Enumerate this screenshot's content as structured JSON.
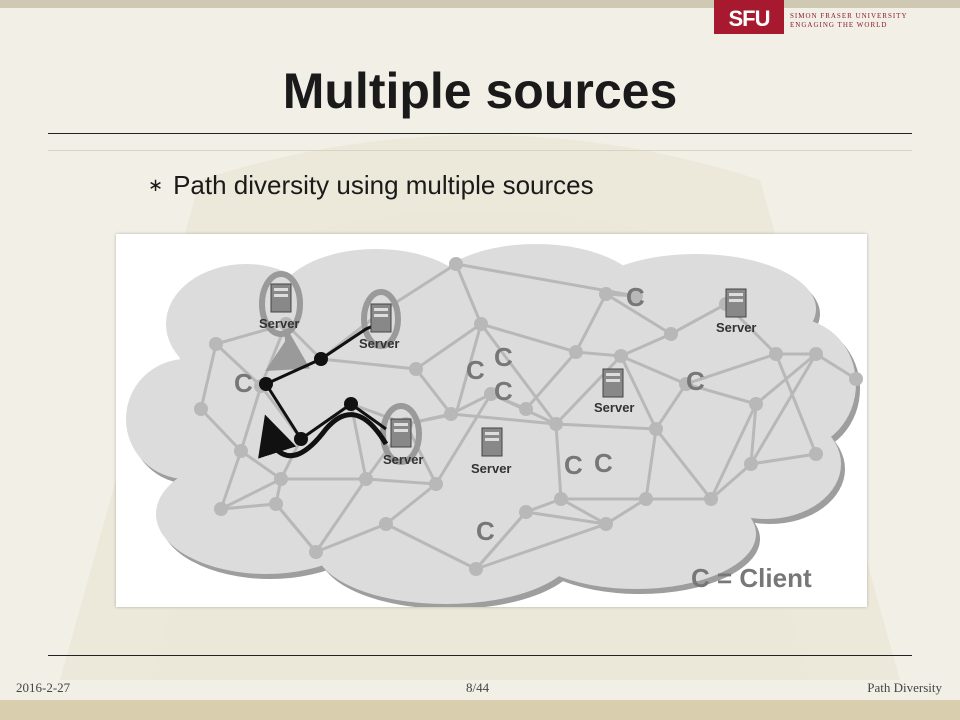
{
  "header": {
    "logo_text": "SFU",
    "logo_subtitle_line1": "SIMON FRASER UNIVERSITY",
    "logo_subtitle_line2": "ENGAGING THE WORLD"
  },
  "slide": {
    "title": "Multiple sources",
    "bullet": "Path diversity using multiple sources"
  },
  "figure": {
    "server_label": "Server",
    "client_label": "C",
    "legend": "C = Client"
  },
  "footer": {
    "date": "2016-2-27",
    "page": "8/44",
    "topic": "Path Diversity"
  },
  "colors": {
    "sfu_red": "#a6192e",
    "cloud_fill": "#dcdcdc",
    "network_line": "#b8b8b8",
    "path_black": "#111111"
  }
}
